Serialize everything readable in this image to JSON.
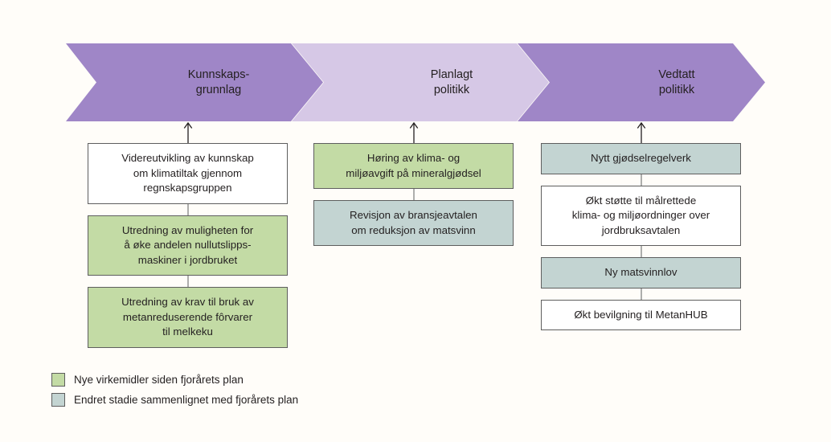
{
  "colors": {
    "background": "#fffdf9",
    "stage_dark_purple": "#9f86c7",
    "stage_light_purple": "#d6c8e6",
    "node_green": "#c3dba5",
    "node_blue": "#c3d4d2",
    "node_white": "#ffffff",
    "stroke": "#5e5e5e",
    "text": "#231f20"
  },
  "banner": {
    "stages": [
      {
        "label": "Kunnskaps-\ngrunnlag",
        "fill": "#9f86c7"
      },
      {
        "label": "Planlagt\npolitikk",
        "fill": "#d6c8e6"
      },
      {
        "label": "Vedtatt\npolitikk",
        "fill": "#9f86c7"
      }
    ]
  },
  "columns": [
    {
      "stage": "Kunnskapsgrunnlag",
      "nodes": [
        {
          "text": "Videreutvikling av kunnskap\nom klimatiltak gjennom\nregnskapsgruppen",
          "fill": "white"
        },
        {
          "text": "Utredning av muligheten for\nå øke andelen nullutslipps-\nmaskiner i jordbruket",
          "fill": "green"
        },
        {
          "text": "Utredning av krav til bruk av\nmetanreduserende fôrvarer\ntil melkeku",
          "fill": "green"
        }
      ]
    },
    {
      "stage": "Planlagt politikk",
      "nodes": [
        {
          "text": "Høring av klima- og\nmiljøavgift på mineralgjødsel",
          "fill": "green"
        },
        {
          "text": "Revisjon av bransjeavtalen\nom reduksjon av matsvinn",
          "fill": "blue"
        }
      ]
    },
    {
      "stage": "Vedtatt politikk",
      "nodes": [
        {
          "text": "Nytt gjødselregelverk",
          "fill": "blue"
        },
        {
          "text": "Økt støtte til målrettede\nklima- og miljøordninger over\njordbruksavtalen",
          "fill": "white"
        },
        {
          "text": "Ny matsvinnlov",
          "fill": "blue"
        },
        {
          "text": "Økt bevilgning til MetanHUB",
          "fill": "white"
        }
      ]
    }
  ],
  "legend": {
    "items": [
      {
        "label": "Nye virkemidler siden fjorårets plan",
        "fill": "green",
        "color": "#c3dba5"
      },
      {
        "label": "Endret stadie sammenlignet med fjorårets plan",
        "fill": "blue",
        "color": "#c3d4d2"
      }
    ]
  }
}
